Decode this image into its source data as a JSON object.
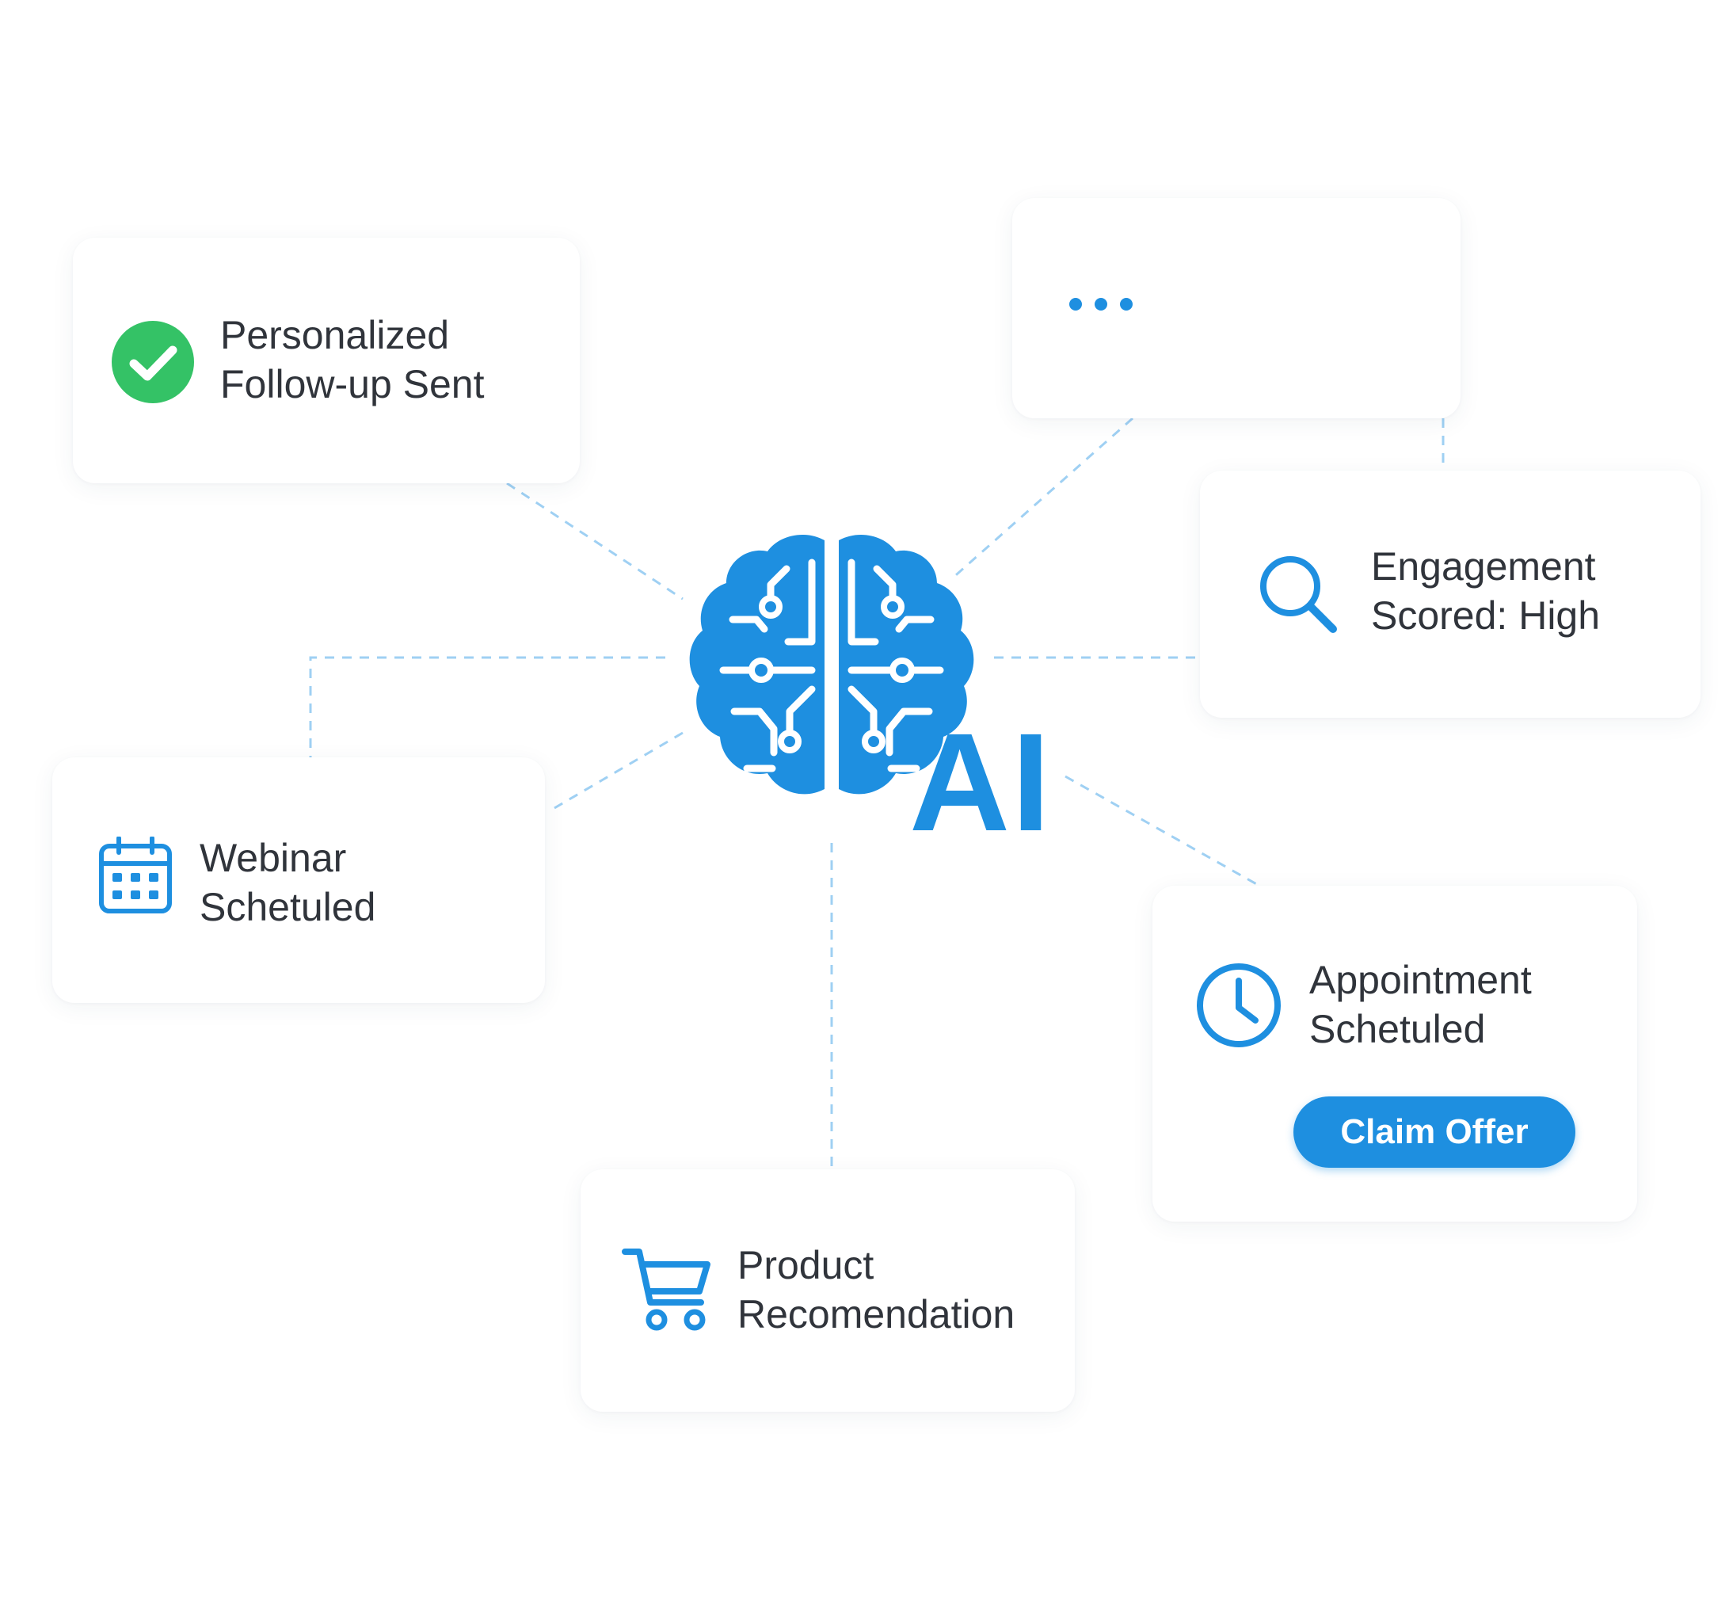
{
  "colors": {
    "accent": "#1e8fe0",
    "success": "#34c266",
    "connector": "#9fd0f3",
    "text": "#30343b"
  },
  "center": {
    "icon": "brain-circuit-icon",
    "ai_text": "AI"
  },
  "cards": {
    "followup": {
      "icon": "check-circle-icon",
      "lines": [
        "Personalized",
        "Follow-up Sent"
      ]
    },
    "typing": {
      "icon": "typing-dots-icon"
    },
    "engagement": {
      "icon": "search-icon",
      "lines": [
        "Engagement",
        "Scored: High"
      ]
    },
    "webinar": {
      "icon": "calendar-icon",
      "lines": [
        "Webinar",
        "Schetuled"
      ]
    },
    "appointment": {
      "icon": "clock-icon",
      "lines": [
        "Appointment",
        "Schetuled"
      ],
      "button_label": "Claim Offer"
    },
    "product": {
      "icon": "shopping-cart-icon",
      "lines": [
        "Product",
        "Recomendation"
      ]
    }
  }
}
